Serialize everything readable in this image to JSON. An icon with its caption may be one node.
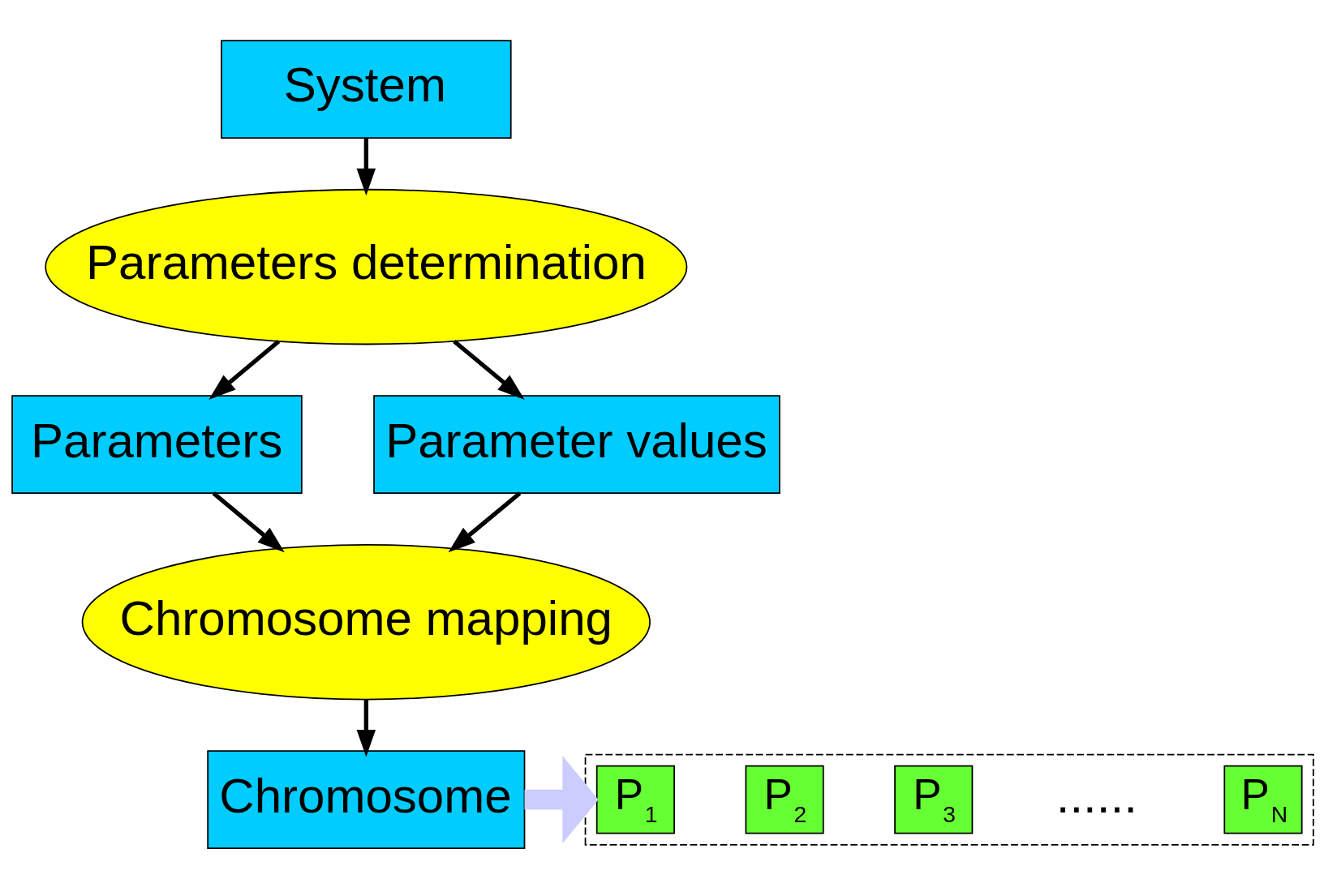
{
  "diagram": {
    "nodes": [
      {
        "text": [
          "System"
        ]
      },
      {
        "text": [
          "Parameters determination"
        ]
      },
      {
        "text": [
          "Parameters"
        ]
      },
      {
        "text": [
          "Parameter values"
        ]
      },
      {
        "text": [
          "Chromosome mapping"
        ]
      },
      {
        "text": [
          "Chromosome"
        ]
      },
      {
        "text": [],
        "shape": "box"
      },
      {
        "text": [
          "P$_{1}$"
        ],
        "in": 6
      },
      {
        "text": [
          "P$_{2}$"
        ],
        "in": 6
      },
      {
        "text": [
          "P$_{3}$"
        ],
        "in": 6
      },
      {
        "text": [
          "P$_{N}$"
        ],
        "in": 6
      }
    ],
    "edges": [
      {
        "from": 0,
        "to": 1,
        "arrow": "to"
      },
      {
        "from": 1,
        "to": 2,
        "arrow": "to"
      },
      {
        "from": 1,
        "to": 3,
        "arrow": "to"
      },
      {
        "from": 2,
        "to": 4,
        "arrow": "to"
      },
      {
        "from": 3,
        "to": 4,
        "arrow": "to"
      },
      {
        "from": 4,
        "to": 5,
        "arrow": "to"
      },
      {
        "from": 5,
        "to": 6,
        "arrow": "to",
        "style": "thick",
        "color": "#ccccff"
      }
    ],
    "labels": [
      "......"
    ]
  }
}
